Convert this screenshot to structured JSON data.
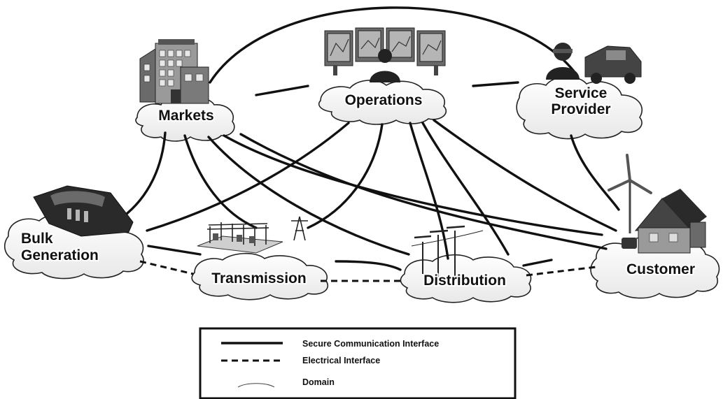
{
  "domains": {
    "markets": "Markets",
    "operations": "Operations",
    "service_provider": [
      "Service",
      "Provider"
    ],
    "bulk_generation": [
      "Bulk",
      "Generation"
    ],
    "transmission": "Transmission",
    "distribution": "Distribution",
    "customer": "Customer"
  },
  "legend": {
    "secure_communication": "Secure Communication Interface",
    "electrical": "Electrical Interface",
    "domain": "Domain"
  },
  "icons": {
    "markets": "building-icon",
    "operations": "control-room-icon",
    "service_provider": "service-truck-icon",
    "bulk_generation": "power-plant-icon",
    "transmission": "substation-icon",
    "distribution": "utility-pole-icon",
    "customer": "house-wind-turbine-icon"
  },
  "colors": {
    "line": "#111111",
    "cloud_fill": "#ffffff",
    "cloud_stroke": "#222222",
    "icon_dark": "#2a2a2a",
    "icon_mid": "#6a6a6a",
    "icon_light": "#b5b5b5"
  }
}
